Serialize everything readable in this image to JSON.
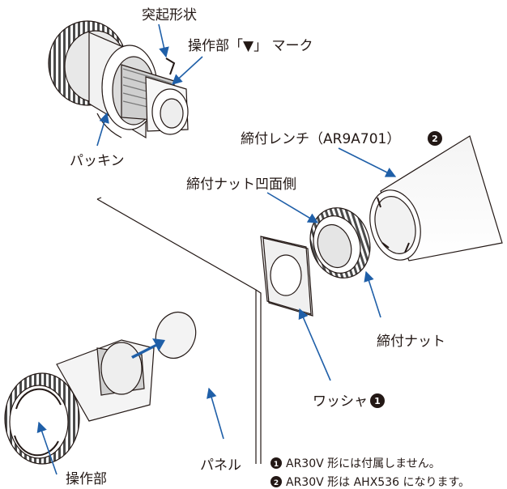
{
  "labels": {
    "protrusion": "突起形状",
    "operation_mark": "操作部「▼」 マーク",
    "packing": "パッキン",
    "wrench": "締付レンチ（AR9A701）",
    "nut_recess": "締付ナット凹面側",
    "nut": "締付ナット",
    "washer": "ワッシャ",
    "panel": "パネル",
    "operation_part": "操作部"
  },
  "markers": {
    "one": "1",
    "two": "2"
  },
  "notes": [
    "AR30V 形には付属しません。",
    "AR30V 形は AHX536 になります。"
  ],
  "colors": {
    "arrow": "#1f5fa8",
    "line": "#231815"
  }
}
